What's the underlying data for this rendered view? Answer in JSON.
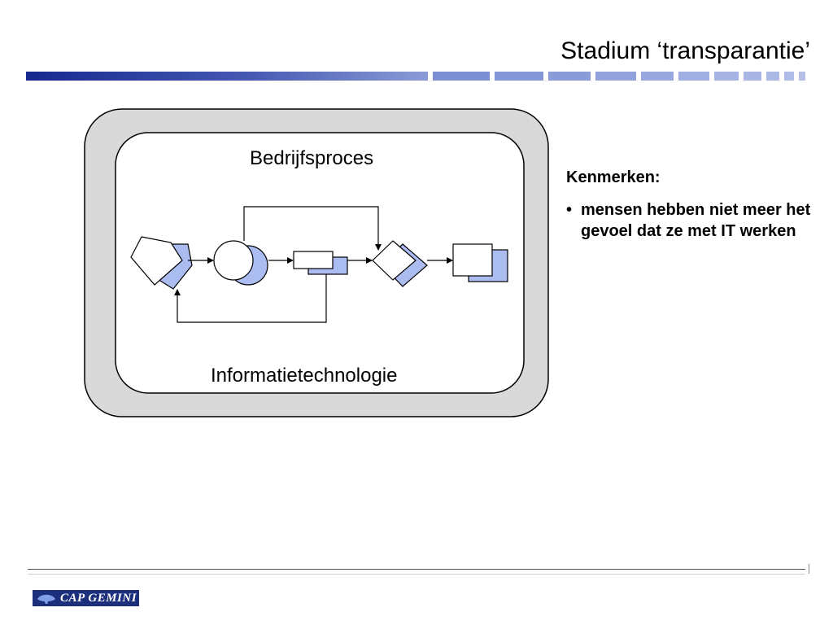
{
  "slide": {
    "title": "Stadium ‘transparantie’"
  },
  "diagram": {
    "outer_label": "Informatietechnologie",
    "inner_label": "Bedrijfsproces"
  },
  "sidebar": {
    "heading": "Kenmerken:",
    "bullets": [
      "mensen hebben niet meer het gevoel dat ze met IT werken"
    ]
  },
  "footer": {
    "logo_text": "CAP GEMINI"
  },
  "colors": {
    "accent_dark": "#1b2f95",
    "accent_light": "#9fb0e3",
    "shape_fill": "#aabcf0",
    "frame_gray": "#d9d9d9"
  }
}
